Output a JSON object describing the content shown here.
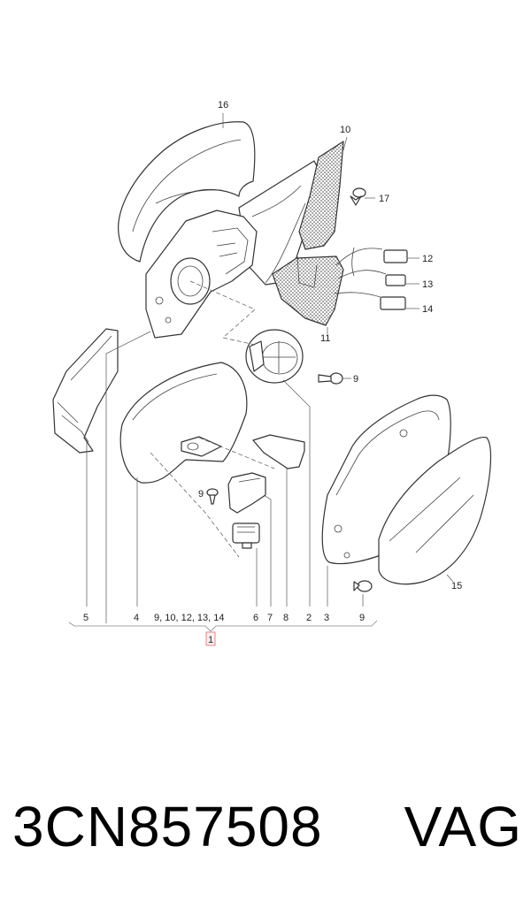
{
  "diagram": {
    "callouts": {
      "c16": "16",
      "c10": "10",
      "c17": "17",
      "c12": "12",
      "c13": "13",
      "c14": "14",
      "c11": "11",
      "c9_screw": "9",
      "c15": "15",
      "c9_glass": "9",
      "c9_small": "9"
    },
    "bottom_labels": [
      "5",
      "4",
      "9, 10, 12, 13, 14",
      "6",
      "7",
      "8",
      "2",
      "3",
      "9"
    ],
    "assembly_label": "1"
  },
  "product": {
    "part_number": "3CN857508",
    "brand": "VAG"
  },
  "colors": {
    "line": "#333333",
    "callout_highlight": "#e06a6a"
  }
}
